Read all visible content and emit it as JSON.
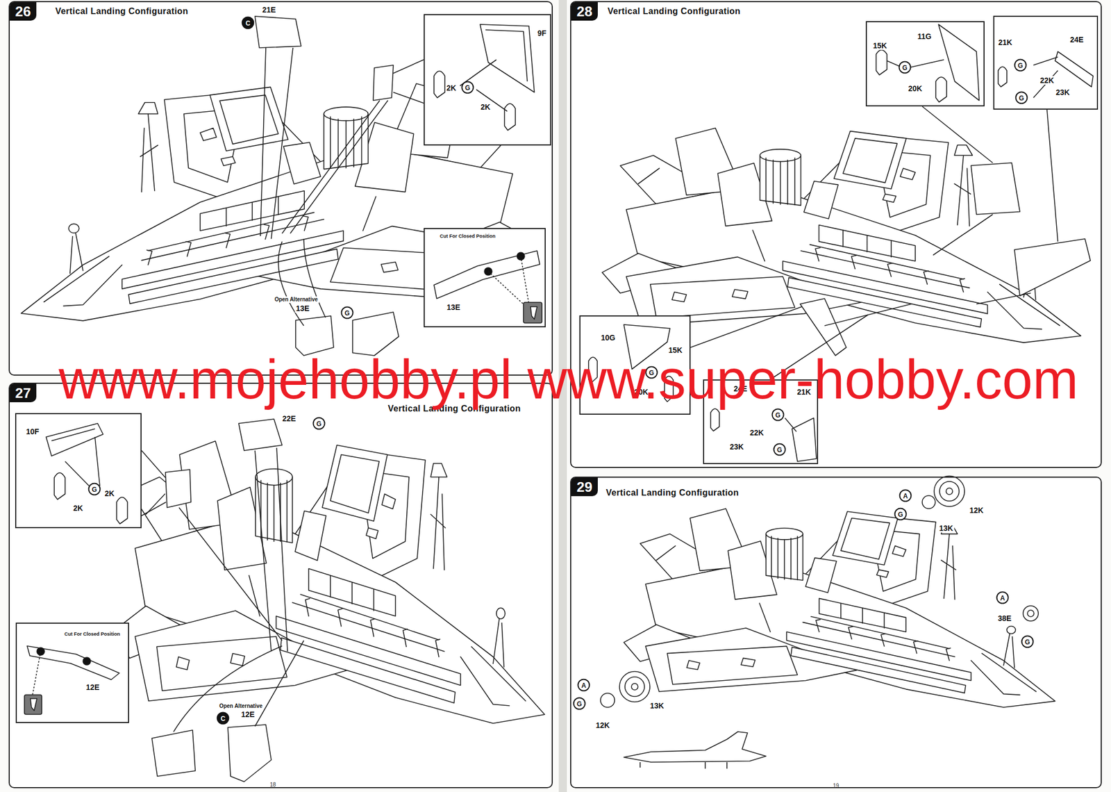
{
  "diagram": {
    "nodes": [
      {
        "text": [
          "26",
          "Vertical Landing Configuration"
        ]
      },
      {
        "text": [
          "9F",
          "2K",
          "G",
          "2K"
        ],
        "in": 0
      },
      {
        "text": [
          "Cut For Closed Position",
          "13E"
        ],
        "in": 0
      },
      {
        "text": [
          "27",
          "Vertical Landing Configuration"
        ]
      },
      {
        "text": [
          "10F",
          "G",
          "2K",
          "2K"
        ],
        "in": 3
      },
      {
        "text": [
          "Cut For Closed Position",
          "12E"
        ],
        "in": 3
      },
      {
        "text": [
          "28",
          "Vertical Landing Configuration"
        ]
      },
      {
        "text": [
          "15K",
          "11G",
          "G",
          "20K"
        ],
        "in": 6
      },
      {
        "text": [
          "21K",
          "24E",
          "G",
          "22K",
          "G",
          "23K"
        ],
        "in": 6
      },
      {
        "text": [
          "10G",
          "15K",
          "G",
          "20K"
        ],
        "in": 6
      },
      {
        "text": [
          "24E",
          "21K",
          "G",
          "22K",
          "23K",
          "G"
        ],
        "in": 6
      },
      {
        "text": [
          "29",
          "Vertical Landing Configuration"
        ]
      }
    ],
    "labels": [
      "21E",
      "C",
      "Open Alternative",
      "13E",
      "G",
      "22E",
      "G",
      "Open Alternative",
      "12E",
      "C",
      "A",
      "G",
      "12K",
      "13K",
      "A",
      "38E",
      "G",
      "A",
      "G",
      "13K",
      "12K",
      "18",
      "19",
      "www.mojehobby.pl www.super-hobby.com"
    ]
  }
}
